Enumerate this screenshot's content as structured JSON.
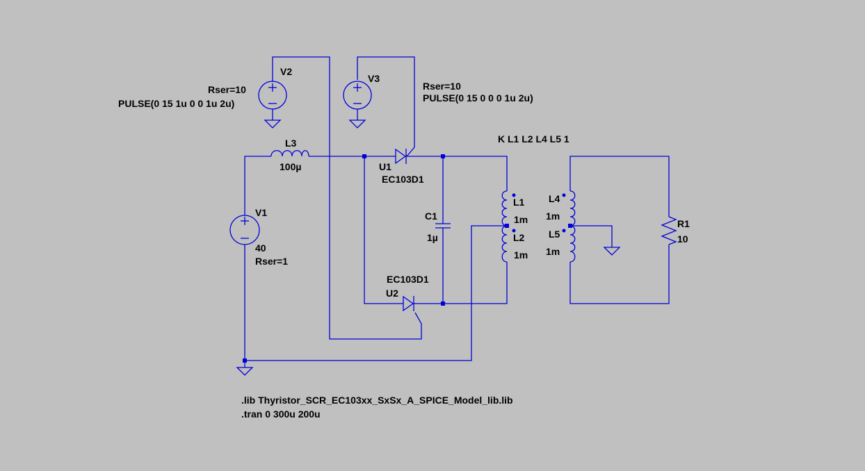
{
  "components": {
    "v1": {
      "ref": "V1",
      "value": "40",
      "rser": "Rser=1"
    },
    "v2": {
      "ref": "V2",
      "rser": "Rser=10",
      "source": "PULSE(0 15 1u 0 0 1u 2u)"
    },
    "v3": {
      "ref": "V3",
      "rser": "Rser=10",
      "source": "PULSE(0 15 0 0 0 1u 2u)"
    },
    "l3": {
      "ref": "L3",
      "value": "100µ"
    },
    "u1": {
      "ref": "U1",
      "model": "EC103D1"
    },
    "u2": {
      "ref": "U2",
      "model": "EC103D1"
    },
    "c1": {
      "ref": "C1",
      "value": "1µ"
    },
    "l1": {
      "ref": "L1",
      "value": "1m"
    },
    "l2": {
      "ref": "L2",
      "value": "1m"
    },
    "l4": {
      "ref": "L4",
      "value": "1m"
    },
    "l5": {
      "ref": "L5",
      "value": "1m"
    },
    "r1": {
      "ref": "R1",
      "value": "10"
    }
  },
  "directives": {
    "coupling": "K L1 L2 L4 L5 1",
    "lib": ".lib Thyristor_SCR_EC103xx_SxSx_A_SPICE_Model_lib.lib",
    "tran": ".tran 0 300u 200u"
  }
}
